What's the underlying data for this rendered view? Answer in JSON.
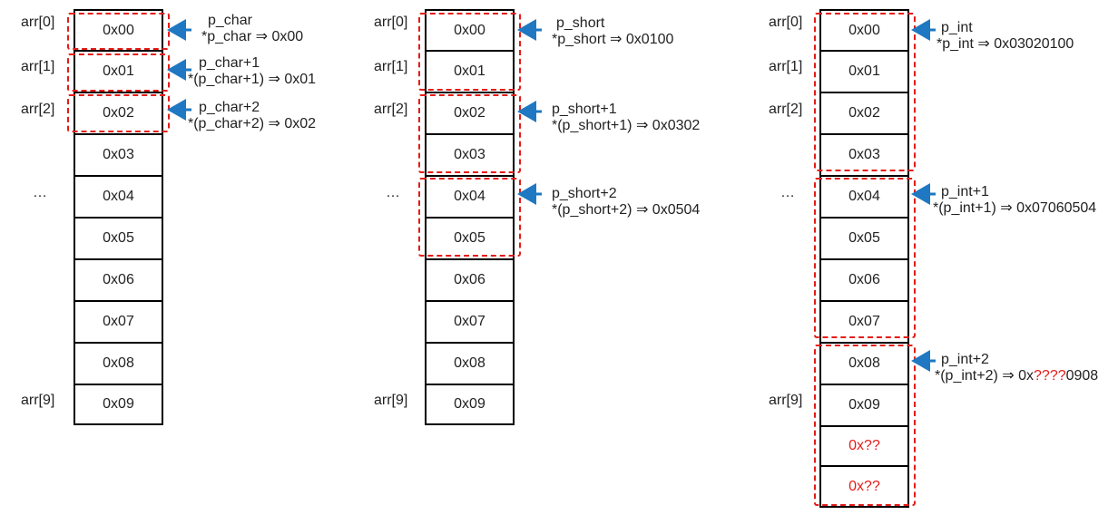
{
  "colors": {
    "cell_border": "#000000",
    "group_border": "#e41b17",
    "arrow": "#1f78c1",
    "unknown_text": "#e41b17"
  },
  "panels": [
    {
      "id": "char",
      "index_labels": {
        "first": "arr[0]",
        "second": "arr[1]",
        "third": "arr[2]",
        "ellipsis": "…",
        "last": "arr[9]"
      },
      "cells": [
        "0x00",
        "0x01",
        "0x02",
        "0x03",
        "0x04",
        "0x05",
        "0x06",
        "0x07",
        "0x08",
        "0x09"
      ],
      "pointers": [
        {
          "ptr": "p_char",
          "deref": "*p_char ⇒ 0x00"
        },
        {
          "ptr": "p_char+1",
          "deref": "*(p_char+1) ⇒ 0x01"
        },
        {
          "ptr": "p_char+2",
          "deref": "*(p_char+2) ⇒ 0x02"
        }
      ]
    },
    {
      "id": "short",
      "index_labels": {
        "first": "arr[0]",
        "second": "arr[1]",
        "third": "arr[2]",
        "ellipsis": "…",
        "last": "arr[9]"
      },
      "cells": [
        "0x00",
        "0x01",
        "0x02",
        "0x03",
        "0x04",
        "0x05",
        "0x06",
        "0x07",
        "0x08",
        "0x09"
      ],
      "pointers": [
        {
          "ptr": "p_short",
          "deref": "*p_short ⇒ 0x0100"
        },
        {
          "ptr": "p_short+1",
          "deref": "*(p_short+1) ⇒ 0x0302"
        },
        {
          "ptr": "p_short+2",
          "deref": "*(p_short+2) ⇒ 0x0504"
        }
      ]
    },
    {
      "id": "int",
      "index_labels": {
        "first": "arr[0]",
        "second": "arr[1]",
        "third": "arr[2]",
        "ellipsis": "…",
        "last": "arr[9]"
      },
      "cells": [
        "0x00",
        "0x01",
        "0x02",
        "0x03",
        "0x04",
        "0x05",
        "0x06",
        "0x07",
        "0x08",
        "0x09",
        "0x??",
        "0x??"
      ],
      "pointers": [
        {
          "ptr": "p_int",
          "deref": "*p_int ⇒ 0x03020100"
        },
        {
          "ptr": "p_int+1",
          "deref": "*(p_int+1) ⇒ 0x07060504"
        },
        {
          "ptr": "p_int+2",
          "deref_prefix": "*(p_int+2) ⇒ 0x",
          "deref_unknown": "????",
          "deref_suffix": "0908"
        }
      ]
    }
  ]
}
